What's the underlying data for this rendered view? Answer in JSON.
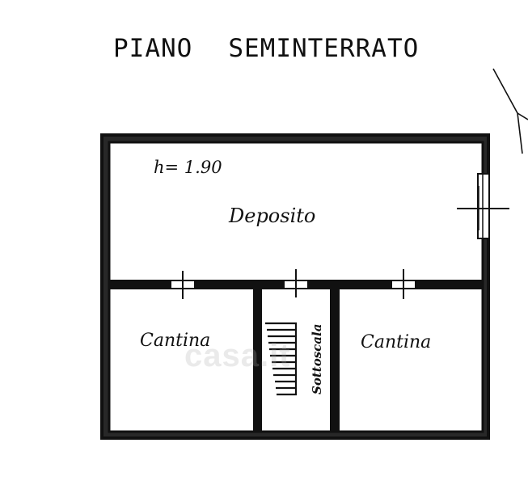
{
  "title": {
    "word1": "PIANO",
    "word2": "SEMINTERRATO"
  },
  "annotations": {
    "height": "h= 1.90"
  },
  "rooms": {
    "deposito": "Deposito",
    "cantina_left": "Cantina",
    "cantina_right": "Cantina",
    "stair": "Sottoscala"
  },
  "watermark": "casa.it",
  "colors": {
    "line": "#111111",
    "background": "#ffffff"
  }
}
